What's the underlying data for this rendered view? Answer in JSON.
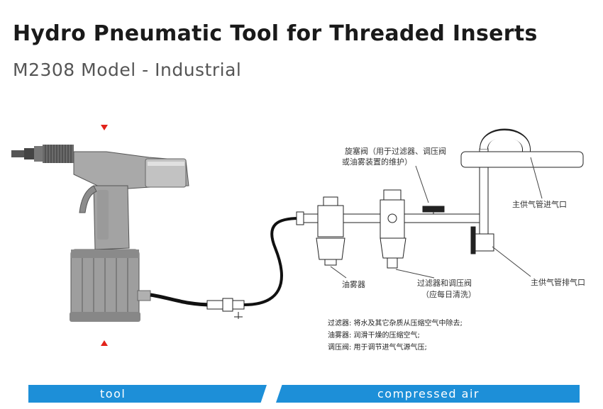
{
  "header": {
    "title": "Hydro Pneumatic Tool for Threaded Inserts",
    "subtitle": "M2308 Model - Industrial"
  },
  "diagram": {
    "labels": {
      "plug_valve_line1": "旋塞阀（用于过滤器、调压阀",
      "plug_valve_line2": "或油雾装置的维护）",
      "main_air_inlet": "主供气管进气口",
      "main_air_drain": "主供气管排气口",
      "lubricator": "油雾器",
      "filter_regulator_line1": "过滤器和调压阀",
      "filter_regulator_line2": "（应每日清洗）"
    },
    "notes": [
      "过滤器: 将水及其它杂质从压缩空气中除去;",
      "油雾器: 润滑干燥的压缩空气;",
      "调压阀: 用于调节进气气源气压;"
    ],
    "colors": {
      "tool_body": "#a9a9a9",
      "hose": "#111111",
      "marker": "#e2231a",
      "band": "#1d8fd8"
    },
    "icons": {
      "top_marker": "triangle-down",
      "bottom_marker": "triangle-up"
    }
  },
  "footer": {
    "tool_label": "tool",
    "air_label": "compressed air"
  }
}
